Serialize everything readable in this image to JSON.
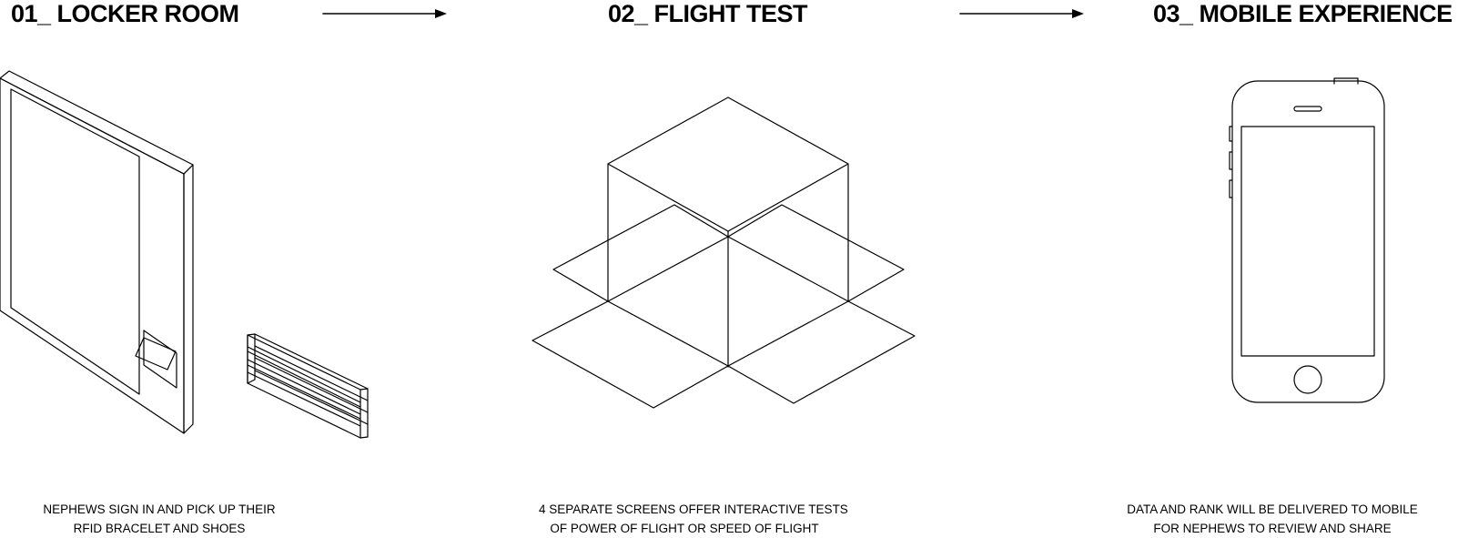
{
  "steps": [
    {
      "title": "01_ LOCKER ROOM",
      "caption_line1": "NEPHEWS SIGN IN AND PICK UP THEIR",
      "caption_line2": "RFID BRACELET AND SHOES",
      "icon": "locker-wall-icon"
    },
    {
      "title": "02_ FLIGHT TEST",
      "caption_line1": "4 SEPARATE SCREENS OFFER INTERACTIVE TESTS",
      "caption_line2": "OF POWER OF FLIGHT OR SPEED OF FLIGHT",
      "icon": "flight-test-cube-icon"
    },
    {
      "title": "03_ MOBILE EXPERIENCE",
      "caption_line1": "DATA AND RANK WILL BE DELIVERED TO MOBILE",
      "caption_line2": "FOR NEPHEWS TO REVIEW AND SHARE",
      "icon": "smartphone-icon"
    }
  ],
  "connectors": [
    "arrow-right-icon",
    "arrow-right-icon"
  ],
  "colors": {
    "line": "#000000",
    "background": "#ffffff"
  }
}
